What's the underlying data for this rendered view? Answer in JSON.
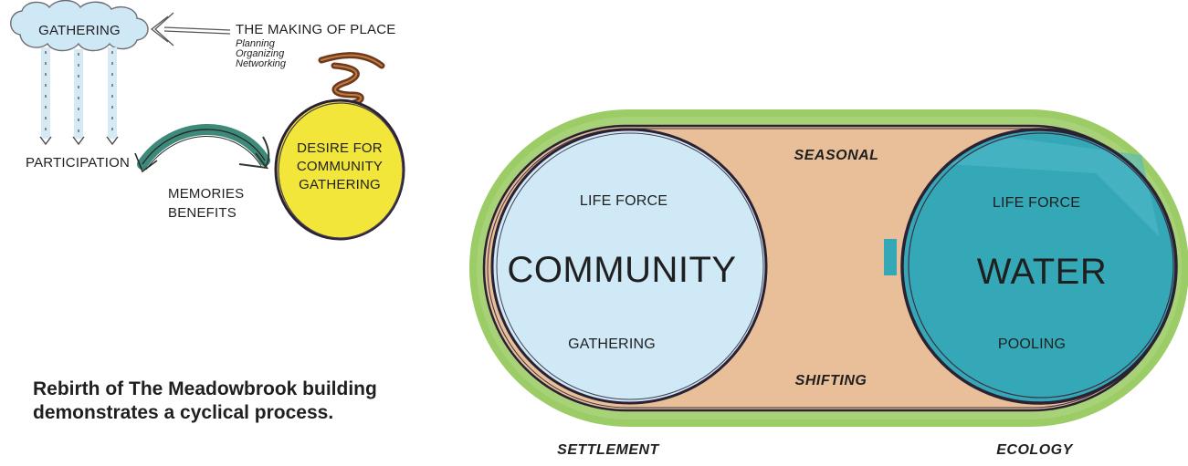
{
  "left_diagram": {
    "cloud_label": "GATHERING",
    "making_of_place_title": "THE MAKING OF PLACE",
    "making_of_place_items": [
      "Planning",
      "Organizing",
      "Networking"
    ],
    "participation_label": "PARTICIPATION",
    "desire_circle_lines": [
      "DESIRE FOR",
      "COMMUNITY",
      "GATHERING"
    ],
    "memories_lines": [
      "MEMORIES",
      "BENEFITS"
    ]
  },
  "right_diagram": {
    "top_label": "SEASONAL",
    "bottom_label": "SHIFTING",
    "community_circle": {
      "top_text": "LIFE FORCE",
      "main_text": "COMMUNITY",
      "bottom_text": "GATHERING"
    },
    "water_circle": {
      "top_text": "LIFE FORCE",
      "main_text": "WATER",
      "bottom_text": "POOLING"
    },
    "left_footer": "SETTLEMENT",
    "right_footer": "ECOLOGY"
  },
  "caption_lines": [
    "Rebirth of The Meadowbrook building",
    "demonstrates a cyclical process."
  ],
  "colors": {
    "cloud_fill": "#cfe8f6",
    "yellow_circle": "#f2e63a",
    "green_band": "#9ccc65",
    "tan_fill": "#e8bf99",
    "community_fill": "#cfe9f7",
    "water_fill": "#35a8b8",
    "outline": "#2a2233"
  }
}
